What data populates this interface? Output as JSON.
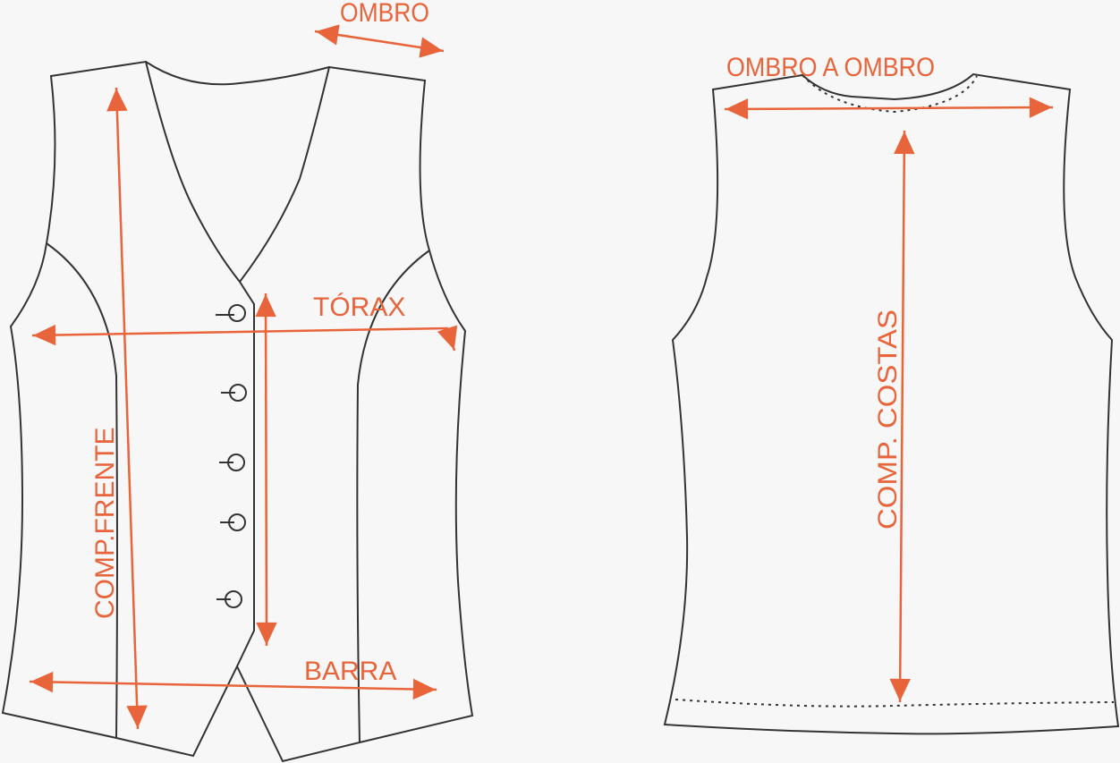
{
  "colors": {
    "accent": "#e8643a",
    "outline": "#333333"
  },
  "labels": {
    "ombro": "OMBRO",
    "torax": "TÓRAX",
    "comp_frente": "COMP.FRENTE",
    "barra": "BARRA",
    "ombro_a_ombro": "OMBRO A OMBRO",
    "comp_costas": "COMP. COSTAS"
  }
}
